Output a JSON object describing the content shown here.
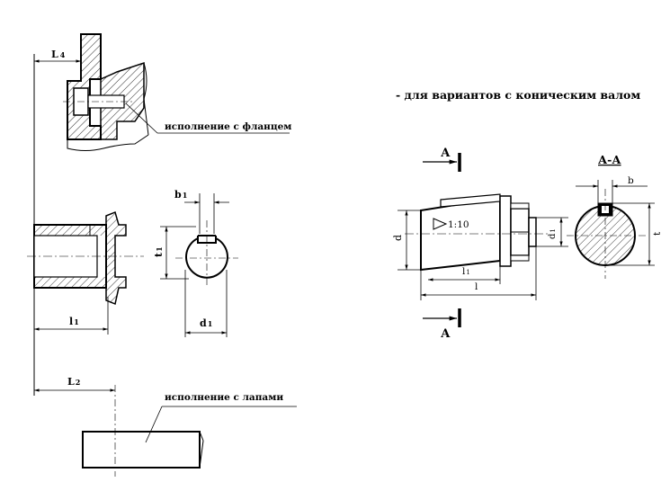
{
  "labels": {
    "l4": "L",
    "l4_sub": "4",
    "flange": "исполнение с фланцем",
    "b1": "b",
    "b1_sub": "1",
    "t1": "t",
    "t1_sub": "1",
    "l1": "l",
    "l1_sub": "1",
    "d1": "d",
    "d1_sub": "1",
    "l2": "L",
    "l2_sub": "2",
    "paws": "исполнение с лапами",
    "conical_title": "- для вариантов с коническим валом",
    "arrow_a_top": "А",
    "arrow_a_bottom": "А",
    "section": "А-А",
    "taper": "1:10",
    "cd": "d",
    "cd1": "d",
    "cd1_sub": "1",
    "cl1": "l",
    "cl1_sub": "1",
    "cl": "l",
    "cb": "b",
    "ct": "t"
  }
}
